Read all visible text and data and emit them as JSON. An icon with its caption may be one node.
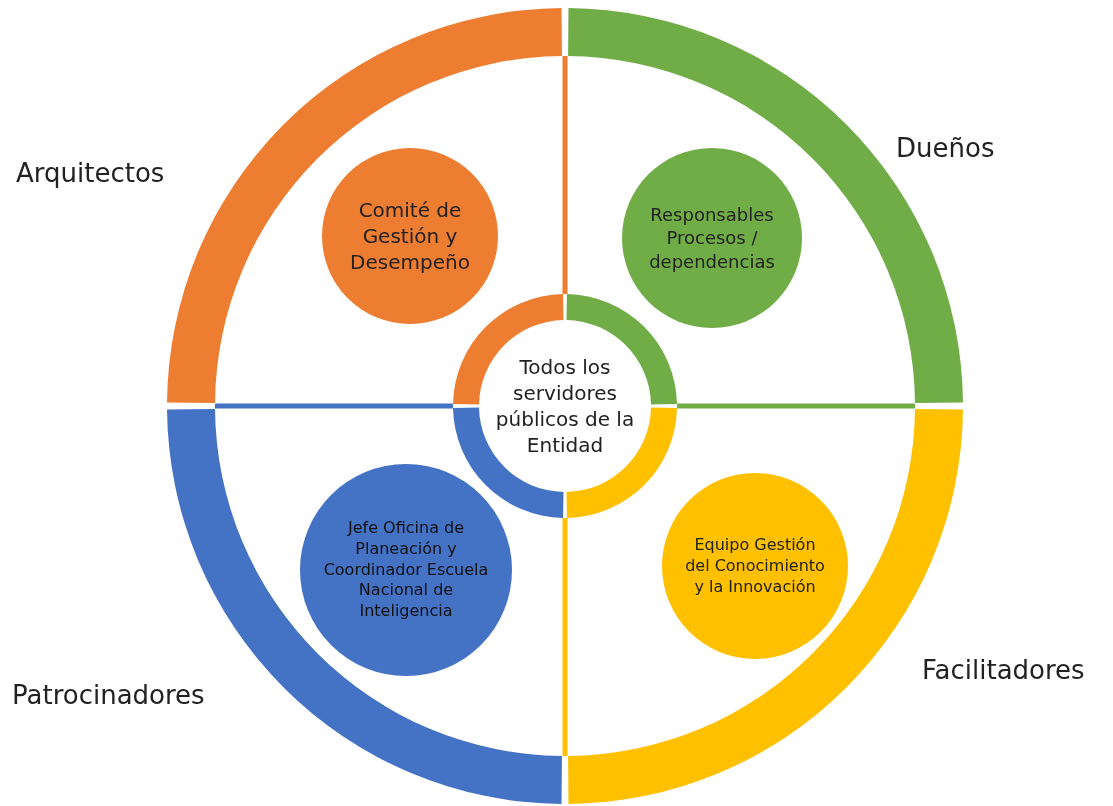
{
  "diagram": {
    "nodes": [
      {
        "text": [
          "Comité de Gestión y Desempeño"
        ]
      },
      {
        "text": [
          "Responsables Procesos / dependencias"
        ]
      },
      {
        "text": [
          "Todos los servidores públicos de la Entidad"
        ]
      },
      {
        "text": [
          "Jefe Oficina de Planeación y Coordinador Escuela Nacional de Inteligencia"
        ]
      },
      {
        "text": [
          "Equipo Gestión del Conocimiento y la Innovación"
        ]
      }
    ],
    "labels": [
      "Dueños",
      "Arquitectos",
      "Facilitadores",
      "Patrocinadores"
    ]
  }
}
